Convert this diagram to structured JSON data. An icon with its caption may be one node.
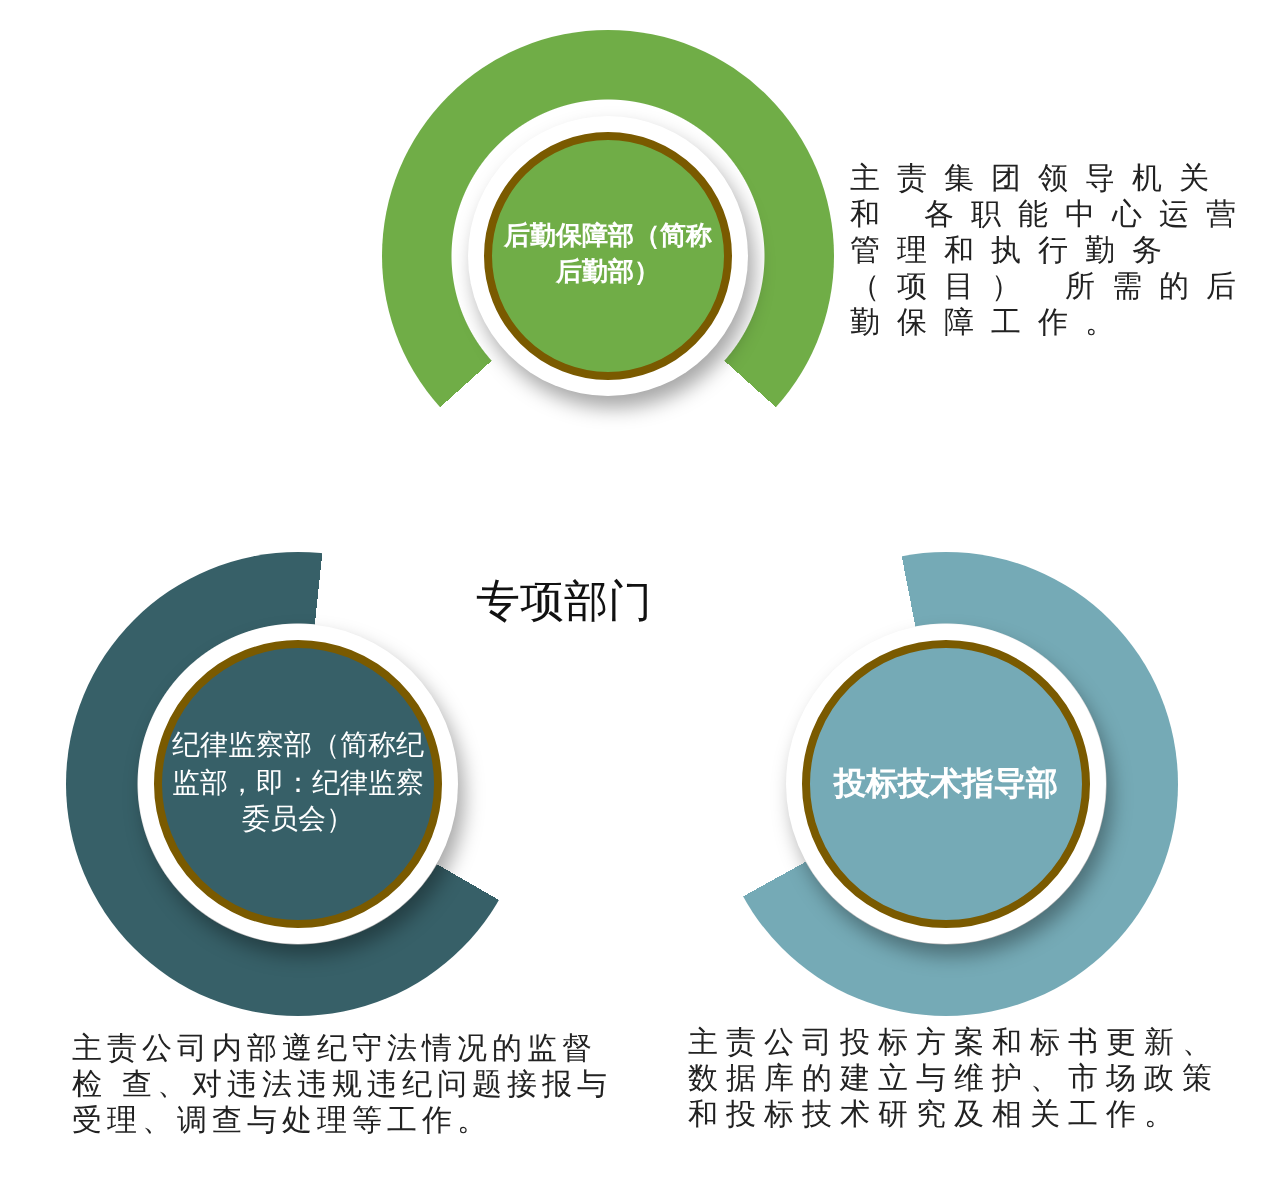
{
  "diagram": {
    "title": "专项部门",
    "nodes": [
      {
        "text": [
          "后勤保障部（简称后勤部）"
        ],
        "beside": [
          "主责集团领导机关和 各职能中心运营管理和执行勤务（项目） 所需的后勤保障工作。"
        ]
      },
      {
        "text": [
          "纪律监察部（简称纪监部，即：纪律监察委员会）"
        ],
        "beside": [
          "主责公司内部遵纪守法情况的监督检 查、对违法违规违纪问题接报与受理、调查与处理等工作。"
        ]
      },
      {
        "text": [
          "投标技术指导部"
        ],
        "beside": [
          "主责公司投标方案和标书更新、数据库的建立与维护、市场政策和投标技术研究及相关工作。"
        ]
      }
    ]
  }
}
